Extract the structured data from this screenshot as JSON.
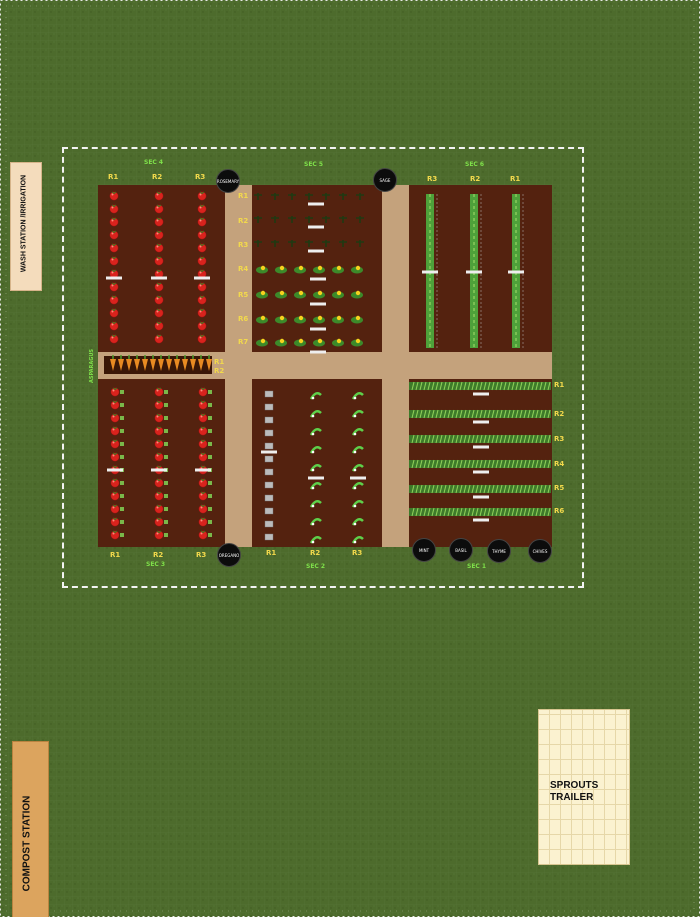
{
  "buildings": {
    "wash_station": "WASH STATION /IRRIGATION",
    "compost_station": "COMPOST STATION",
    "sprouts_trailer": "SPROUTS TRAILER"
  },
  "sections": {
    "sec4": "SEC 4",
    "sec5": "SEC 5",
    "sec6": "SEC 6",
    "sec3": "SEC 3",
    "sec2": "SEC 2",
    "sec1": "SEC 1"
  },
  "side_label": "ASPARAGUS",
  "rows": {
    "sec4": [
      "R1",
      "R2",
      "R3"
    ],
    "sec6": [
      "R3",
      "R2",
      "R1"
    ],
    "sec5": [
      "R1",
      "R2",
      "R3",
      "R4",
      "R5",
      "R6",
      "R7"
    ],
    "mid": [
      "R1",
      "R2"
    ],
    "sec3": [
      "R1",
      "R2",
      "R3"
    ],
    "sec2": [
      "R1",
      "R2",
      "R3"
    ],
    "sec1": [
      "R1",
      "R2",
      "R3",
      "R4",
      "R5",
      "R6"
    ]
  },
  "herb_pots": {
    "rosemary": "ROSEMARY",
    "sage": "SAGE",
    "oregano": "OREGANO",
    "mint": "MINT",
    "basil": "BASIL",
    "thyme": "THYME",
    "chives": "CHIVES"
  },
  "colors": {
    "grass": "#4d6b2c",
    "soil": "#54220f",
    "path": "#c4a27c",
    "label_yellow": "#f2d94c",
    "label_green": "#7fe04a"
  }
}
